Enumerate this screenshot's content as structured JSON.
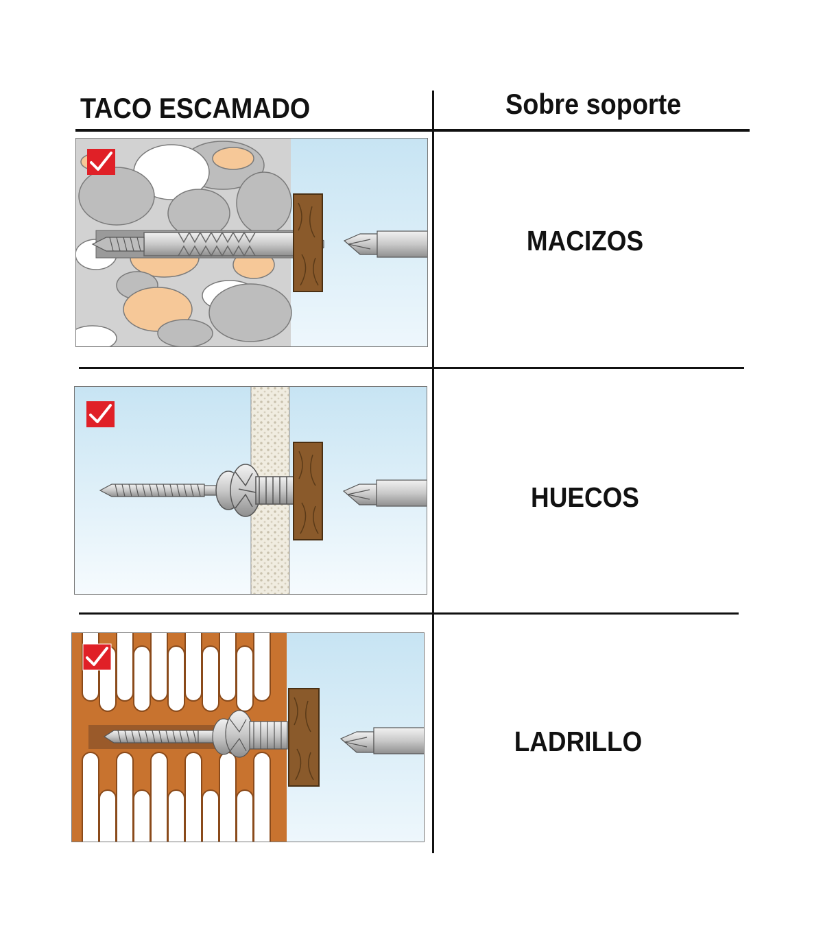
{
  "header": {
    "left_title": "TACO ESCAMADO",
    "right_title": "Sobre soporte"
  },
  "rows": [
    {
      "label": "MACIZOS",
      "material": "solid stone/concrete",
      "check_icon": "checkmark-icon",
      "check_color": "#e02027"
    },
    {
      "label": "HUECOS",
      "material": "hollow plasterboard",
      "check_icon": "checkmark-icon",
      "check_color": "#e02027"
    },
    {
      "label": "LADRILLO",
      "material": "perforated brick",
      "check_icon": "checkmark-icon",
      "check_color": "#e02027"
    }
  ],
  "colors": {
    "sky": "#d6ecf7",
    "stone_gray": "#bcbcbc",
    "stone_orange": "#f7c99b",
    "wood": "#8a5a2b",
    "brick": "#c8732f",
    "plaster": "#f0ece0"
  }
}
